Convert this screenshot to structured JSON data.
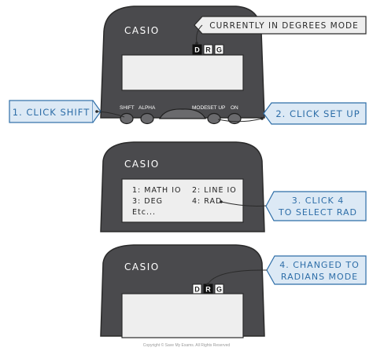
{
  "calc1": {
    "brand": "CASIO",
    "modes": [
      "D",
      "R",
      "G"
    ],
    "active_mode": "D",
    "buttons": {
      "shift": "SHIFT",
      "alpha": "ALPHA",
      "mode": "MODE",
      "setup": "SET UP",
      "on": "ON"
    }
  },
  "calc2": {
    "brand": "CASIO",
    "menu": [
      "1: MATH IO",
      "2: LINE IO",
      "3: DEG",
      "4: RAD",
      "Etc..."
    ]
  },
  "calc3": {
    "brand": "CASIO",
    "modes": [
      "D",
      "R",
      "G"
    ],
    "active_mode": "R"
  },
  "callouts": {
    "degrees": "CURRENTLY IN DEGREES MODE",
    "click_shift": "1. CLICK SHIFT",
    "click_setup": "2. CLICK SET UP",
    "click_4_line1": "3. CLICK 4",
    "click_4_line2": "TO SELECT RAD",
    "changed_line1": "4. CHANGED TO",
    "changed_line2": "RADIANS MODE"
  },
  "footer": {
    "copyright": "Copyright © Save My Exams. All Rights Reserved"
  },
  "colors": {
    "body": "#4a4a4d",
    "screen": "#eeeeee",
    "callout_fill": "#dce9f5",
    "callout_text": "#2e6ea8",
    "label_text": "#2b2b2b"
  }
}
